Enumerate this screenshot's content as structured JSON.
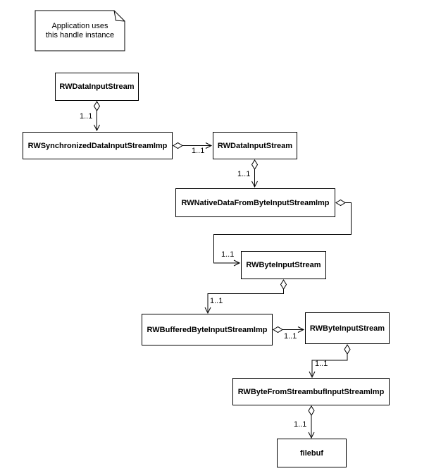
{
  "diagram": {
    "type": "uml-class-diagram",
    "colors": {
      "background": "#ffffff",
      "line": "#000000",
      "box_fill": "#ffffff",
      "text": "#000000"
    },
    "note": {
      "line1": "Application uses",
      "line2": "this handle instance"
    },
    "classes": [
      {
        "label": "RWDataInputStream"
      },
      {
        "label": "RWSynchronizedDataInputStreamImp"
      },
      {
        "label": "RWDataInputStream"
      },
      {
        "label": "RWNativeDataFromByteInputStreamImp"
      },
      {
        "label": "RWByteInputStream"
      },
      {
        "label": "RWBufferedByteInputStreamImp"
      },
      {
        "label": "RWByteInputStream"
      },
      {
        "label": "RWByteFromStreambufInputStreamImp"
      },
      {
        "label": "filebuf"
      }
    ],
    "connectors": [
      {
        "from": "RWDataInputStream",
        "to": "RWSynchronizedDataInputStreamImp",
        "kind": "aggregation",
        "multiplicity": "1..1"
      },
      {
        "from": "RWSynchronizedDataInputStreamImp",
        "to": "RWDataInputStream",
        "kind": "aggregation",
        "multiplicity": "1..1"
      },
      {
        "from": "RWDataInputStream",
        "to": "RWNativeDataFromByteInputStreamImp",
        "kind": "aggregation",
        "multiplicity": "1..1"
      },
      {
        "from": "RWNativeDataFromByteInputStreamImp",
        "to": "RWByteInputStream",
        "kind": "aggregation",
        "multiplicity": "1..1"
      },
      {
        "from": "RWByteInputStream",
        "to": "RWBufferedByteInputStreamImp",
        "kind": "aggregation",
        "multiplicity": "1..1"
      },
      {
        "from": "RWBufferedByteInputStreamImp",
        "to": "RWByteInputStream",
        "kind": "aggregation",
        "multiplicity": "1..1"
      },
      {
        "from": "RWByteInputStream",
        "to": "RWByteFromStreambufInputStreamImp",
        "kind": "aggregation",
        "multiplicity": "1..1"
      },
      {
        "from": "RWByteFromStreambufInputStreamImp",
        "to": "filebuf",
        "kind": "aggregation",
        "multiplicity": "1..1"
      }
    ]
  }
}
